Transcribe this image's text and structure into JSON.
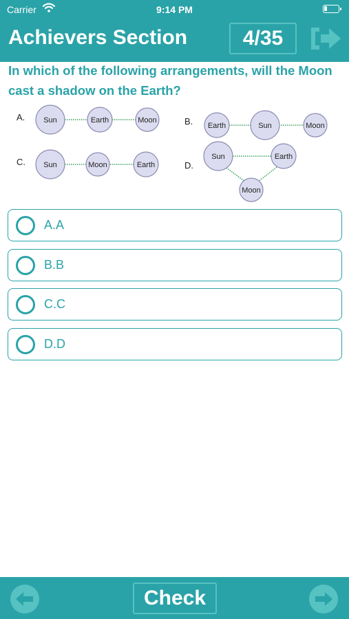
{
  "status_bar": {
    "carrier": "Carrier",
    "time": "9:14 PM"
  },
  "header": {
    "title": "Achievers Section",
    "progress": "4/35"
  },
  "question": {
    "text": "In which of the following arrangements, will the Moon cast a shadow on the Earth?"
  },
  "diagram": {
    "a": {
      "letter": "A.",
      "bodies": [
        "Sun",
        "Earth",
        "Moon"
      ]
    },
    "b": {
      "letter": "B.",
      "bodies": [
        "Earth",
        "Sun",
        "Moon"
      ]
    },
    "c": {
      "letter": "C.",
      "bodies": [
        "Sun",
        "Moon",
        "Earth"
      ]
    },
    "d": {
      "letter": "D.",
      "bodies": [
        "Sun",
        "Earth",
        "Moon"
      ]
    }
  },
  "options": [
    {
      "label": "A.A",
      "selected": false
    },
    {
      "label": "B.B",
      "selected": false
    },
    {
      "label": "C.C",
      "selected": false
    },
    {
      "label": "D.D",
      "selected": false
    }
  ],
  "footer": {
    "check_label": "Check"
  },
  "colors": {
    "accent": "#2aa3a8",
    "accent_light": "#56c2c2",
    "circle_fill": "#dcdcf0",
    "circle_stroke": "#8a8ab2",
    "dotted_line": "#3aa05a"
  },
  "icons": {
    "exit": "exit-arrow-icon",
    "prev": "arrow-left-icon",
    "next": "arrow-right-icon",
    "wifi": "wifi-icon",
    "battery": "battery-icon"
  }
}
